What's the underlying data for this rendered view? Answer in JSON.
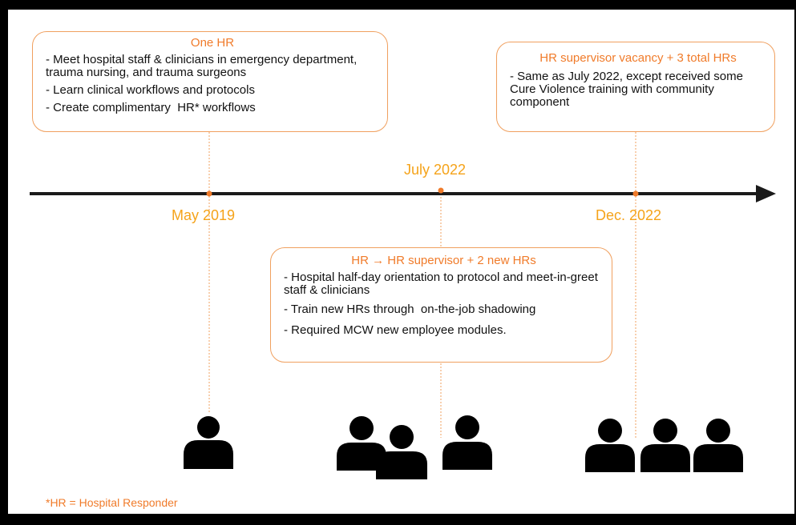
{
  "timeline": {
    "dates": [
      "May 2019",
      "July 2022",
      "Dec. 2022"
    ]
  },
  "boxes": [
    {
      "title": "One HR",
      "bullets": [
        "- Meet hospital staff & clinicians in emergency department, trauma nursing, and trauma surgeons",
        "- Learn clinical workflows and protocols",
        "- Create complimentary  HR* workflows"
      ]
    },
    {
      "title": "HR → HR supervisor + 2 new HRs",
      "bullets": [
        "- Hospital half-day orientation to protocol and meet-in-greet staff & clinicians",
        "- Train new HRs through  on-the-job shadowing",
        "- Required MCW new employee modules."
      ]
    },
    {
      "title": "HR supervisor vacancy + 3 total HRs",
      "bullets": [
        "- Same as July 2022, except received some Cure Violence training with community component"
      ]
    }
  ],
  "footnote": "*HR = Hospital Responder",
  "icons": [
    "person-icon",
    "person-icon",
    "person-icon",
    "person-icon",
    "person-icon",
    "person-icon",
    "person-icon"
  ],
  "colors": {
    "accent_orange": "#f07b2a",
    "date_yellow": "#f5a31a",
    "box_border": "#f0a05f",
    "axis": "#1a1a1a"
  }
}
